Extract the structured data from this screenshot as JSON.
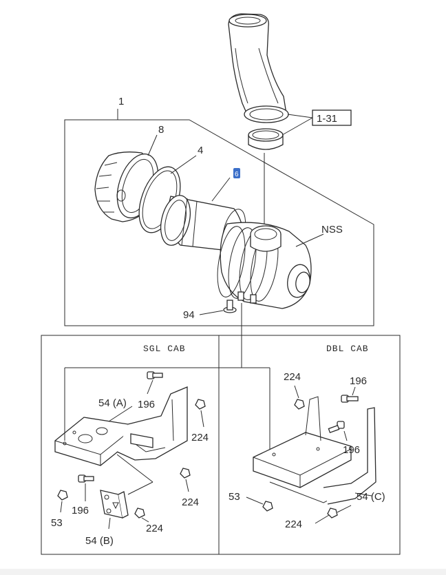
{
  "callouts": {
    "assembly": "1",
    "cap": "8",
    "ring": "4",
    "element_highlight": "6",
    "pipe_ref": "1-31",
    "cleaner_body": "NSS",
    "bolt_top": "94",
    "bracket_a": "54 (A)",
    "bracket_b": "54 (B)",
    "bracket_c": "54 (C)",
    "bolt_196_sgl": "196",
    "bolt_196_sgl_lower": "196",
    "bolt_196_dbl_top": "196",
    "bolt_196_dbl_mid": "196",
    "nut_224_sgl_right": "224",
    "nut_224_sgl_mid": "224",
    "nut_224_sgl_low": "224",
    "nut_224_dbl_top": "224",
    "nut_224_dbl_low": "224",
    "nut_53_sgl": "53",
    "nut_53_dbl": "53"
  },
  "panels": {
    "sgl_cab": "SGL CAB",
    "dbl_cab": "DBL CAB"
  },
  "colors": {
    "line": "#2a2a2a",
    "highlight": "#3b6fc9",
    "background": "#ffffff"
  }
}
